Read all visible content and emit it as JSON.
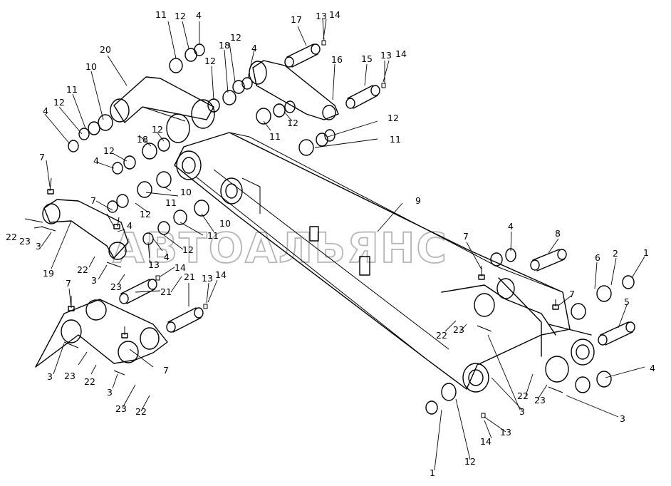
{
  "watermark": "АВТОАЛЬЯНС",
  "callouts": [
    {
      "id": "c1",
      "text": "11"
    },
    {
      "id": "c2",
      "text": "12"
    },
    {
      "id": "c3",
      "text": "4"
    },
    {
      "id": "c4",
      "text": "17"
    },
    {
      "id": "c5",
      "text": "13"
    },
    {
      "id": "c6",
      "text": "14"
    },
    {
      "id": "c7",
      "text": "20"
    },
    {
      "id": "c8",
      "text": "18"
    },
    {
      "id": "c9",
      "text": "12"
    },
    {
      "id": "c10",
      "text": "4"
    },
    {
      "id": "c11",
      "text": "12"
    },
    {
      "id": "c12",
      "text": "16"
    },
    {
      "id": "c13",
      "text": "15"
    },
    {
      "id": "c14",
      "text": "13"
    },
    {
      "id": "c15",
      "text": "14"
    },
    {
      "id": "c16",
      "text": "10"
    },
    {
      "id": "c17",
      "text": "11"
    },
    {
      "id": "c18",
      "text": "12"
    },
    {
      "id": "c19",
      "text": "4"
    },
    {
      "id": "c20",
      "text": "12"
    },
    {
      "id": "c21",
      "text": "18"
    },
    {
      "id": "c22",
      "text": "12"
    },
    {
      "id": "c23",
      "text": "11"
    },
    {
      "id": "c24",
      "text": "12"
    },
    {
      "id": "c25",
      "text": "11"
    },
    {
      "id": "c26",
      "text": "4"
    },
    {
      "id": "c27",
      "text": "12"
    },
    {
      "id": "c28",
      "text": "7"
    },
    {
      "id": "c29",
      "text": "10"
    },
    {
      "id": "c30",
      "text": "11"
    },
    {
      "id": "c31",
      "text": "9"
    },
    {
      "id": "c32",
      "text": "7"
    },
    {
      "id": "c33",
      "text": "12"
    },
    {
      "id": "c34",
      "text": "10"
    },
    {
      "id": "c35",
      "text": "22"
    },
    {
      "id": "c36",
      "text": "23"
    },
    {
      "id": "c37",
      "text": "3"
    },
    {
      "id": "c38",
      "text": "4"
    },
    {
      "id": "c39",
      "text": "11"
    },
    {
      "id": "c40",
      "text": "19"
    },
    {
      "id": "c41",
      "text": "4"
    },
    {
      "id": "c42",
      "text": "12"
    },
    {
      "id": "c43",
      "text": "13"
    },
    {
      "id": "c44",
      "text": "14"
    },
    {
      "id": "c45",
      "text": "22"
    },
    {
      "id": "c46",
      "text": "3"
    },
    {
      "id": "c47",
      "text": "23"
    },
    {
      "id": "c48",
      "text": "21"
    },
    {
      "id": "c49",
      "text": "21"
    },
    {
      "id": "c50",
      "text": "13"
    },
    {
      "id": "c51",
      "text": "14"
    },
    {
      "id": "c52",
      "text": "7"
    },
    {
      "id": "c53",
      "text": "7"
    },
    {
      "id": "c54",
      "text": "4"
    },
    {
      "id": "c55",
      "text": "8"
    },
    {
      "id": "c56",
      "text": "6"
    },
    {
      "id": "c57",
      "text": "2"
    },
    {
      "id": "c58",
      "text": "1"
    },
    {
      "id": "c59",
      "text": "7"
    },
    {
      "id": "c60",
      "text": "5"
    },
    {
      "id": "c61",
      "text": "22"
    },
    {
      "id": "c62",
      "text": "23"
    },
    {
      "id": "c63",
      "text": "3"
    },
    {
      "id": "c64",
      "text": "22"
    },
    {
      "id": "c65",
      "text": "23"
    },
    {
      "id": "c66",
      "text": "4"
    },
    {
      "id": "c67",
      "text": "3"
    },
    {
      "id": "c68",
      "text": "3"
    },
    {
      "id": "c69",
      "text": "23"
    },
    {
      "id": "c70",
      "text": "22"
    },
    {
      "id": "c71",
      "text": "3"
    },
    {
      "id": "c72",
      "text": "23"
    },
    {
      "id": "c73",
      "text": "22"
    },
    {
      "id": "c74",
      "text": "7"
    },
    {
      "id": "c75",
      "text": "13"
    },
    {
      "id": "c76",
      "text": "14"
    },
    {
      "id": "c77",
      "text": "12"
    },
    {
      "id": "c78",
      "text": "1"
    }
  ]
}
